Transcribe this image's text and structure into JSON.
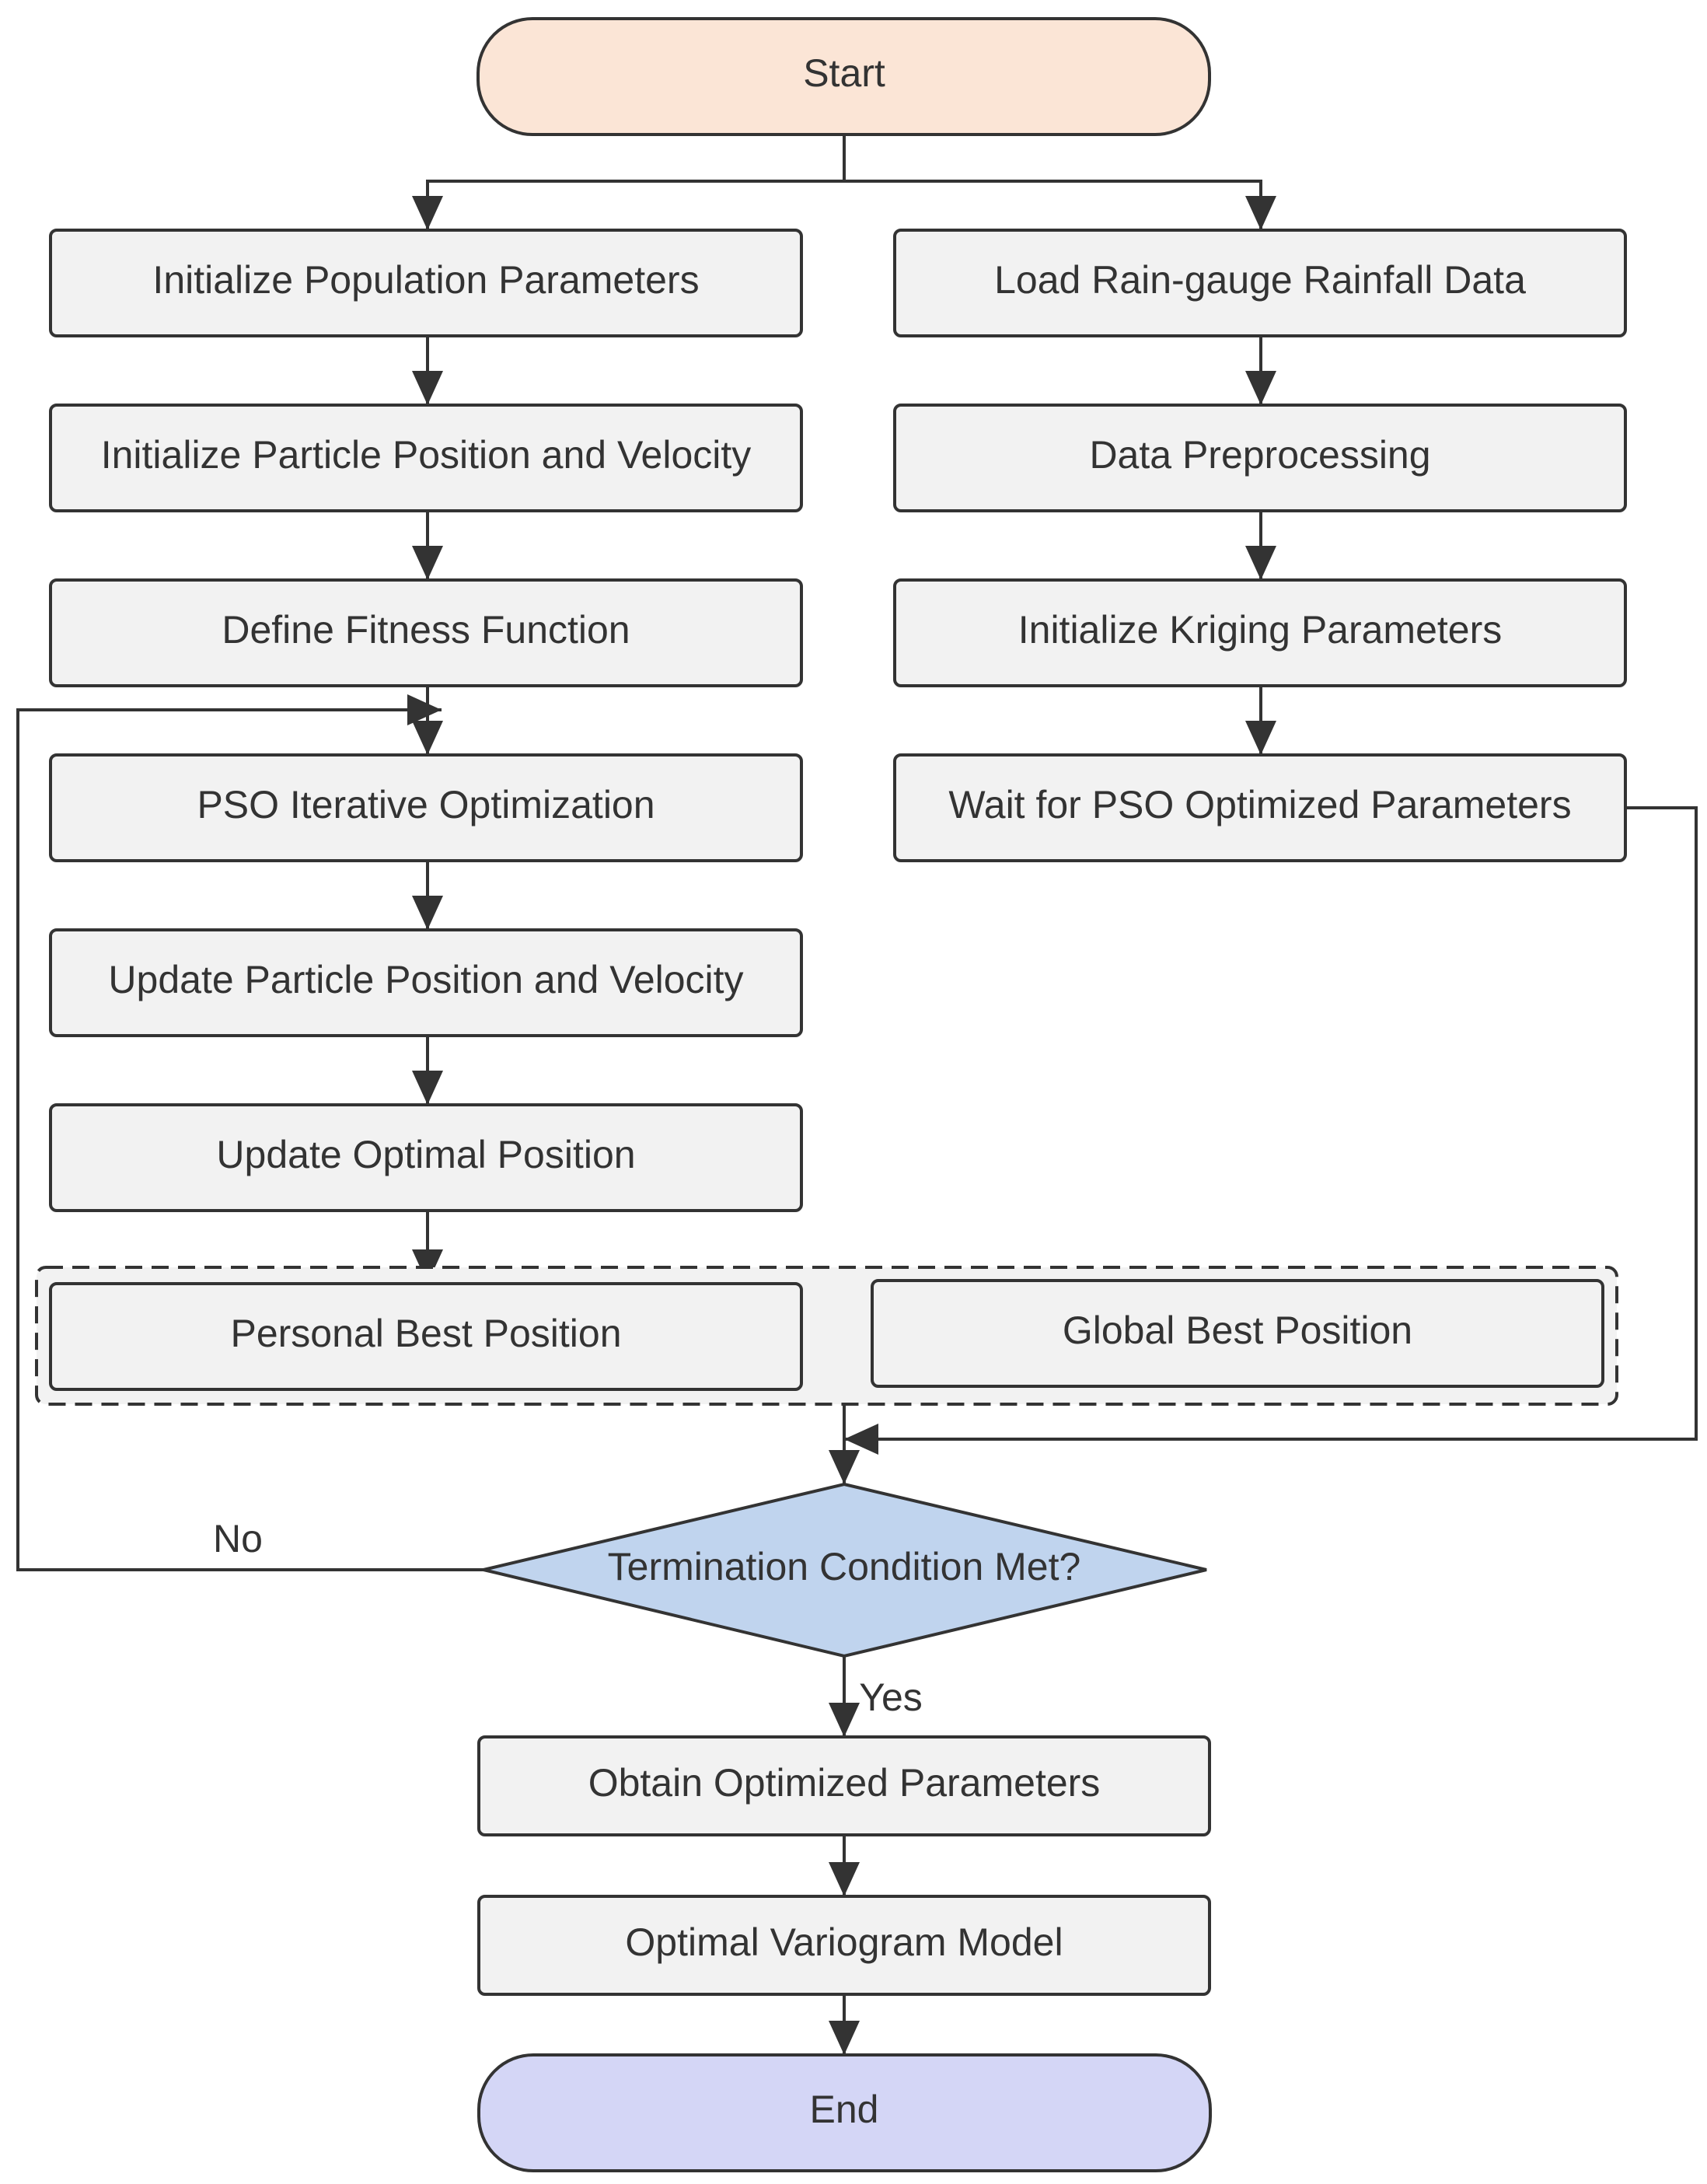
{
  "nodes": {
    "start": "Start",
    "init_population": "Initialize Population Parameters",
    "init_particle": "Initialize Particle Position and Velocity",
    "define_fitness": "Define Fitness Function",
    "pso_iterative": "PSO Iterative Optimization",
    "update_particle": "Update Particle Position and Velocity",
    "update_optimal": "Update Optimal Position",
    "personal_best": "Personal Best Position",
    "global_best": "Global Best Position",
    "load_rainfall": "Load Rain-gauge Rainfall Data",
    "data_preprocessing": "Data Preprocessing",
    "init_kriging": "Initialize Kriging Parameters",
    "wait_pso": "Wait for PSO Optimized Parameters",
    "termination": "Termination Condition Met?",
    "obtain_params": "Obtain Optimized Parameters",
    "optimal_variogram": "Optimal Variogram Model",
    "end": "End"
  },
  "edge_labels": {
    "no": "No",
    "yes": "Yes"
  },
  "colors": {
    "start_fill": "#fbe5d6",
    "end_fill": "#d4d6f6",
    "decision_fill": "#c0d4ee",
    "process_fill": "#f2f2f2",
    "stroke": "#333333"
  }
}
